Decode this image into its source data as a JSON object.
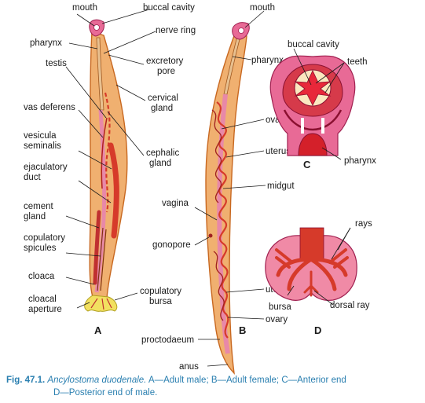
{
  "colors": {
    "body_fill": "#f0b070",
    "body_edge": "#c86820",
    "organ_red": "#d63a2a",
    "organ_pink": "#e888a8",
    "head_pink": "#e86a96",
    "bursa_yellow": "#f2e060",
    "caption_blue": "#2a7fb0"
  },
  "panels": {
    "a": "A",
    "b": "B",
    "c": "C",
    "d": "D"
  },
  "labels_a": {
    "mouth": "mouth",
    "pharynx": "pharynx",
    "testis": "testis",
    "vas_deferens": "vas deferens",
    "vesicula_1": "vesicula",
    "vesicula_2": "seminalis",
    "ejac_1": "ejaculatory",
    "ejac_2": "duct",
    "cement_1": "cement",
    "cement_2": "gland",
    "copspic_1": "copulatory",
    "copspic_2": "spicules",
    "cloaca": "cloaca",
    "cloacal_ap_1": "cloacal",
    "cloacal_ap_2": "aperture",
    "buccal_cavity": "buccal cavity",
    "nerve_ring": "nerve ring",
    "excretory_1": "excretory",
    "excretory_2": "pore",
    "cervical_1": "cervical",
    "cervical_2": "gland",
    "cephalic_1": "cephalic",
    "cephalic_2": "gland",
    "copbursa_1": "copulatory",
    "copbursa_2": "bursa"
  },
  "labels_b": {
    "mouth": "mouth",
    "pharynx": "pharynx",
    "ovary_upper": "ovary",
    "uterus_upper": "uterus",
    "midgut": "midgut",
    "vagina": "vagina",
    "gonopore": "gonopore",
    "uterus_lower": "uterus",
    "ovary_lower": "ovary",
    "proctodaeum": "proctodaeum",
    "anus": "anus"
  },
  "labels_c": {
    "buccal_cavity": "buccal cavity",
    "teeth": "teeth",
    "pharynx": "pharynx"
  },
  "labels_d": {
    "rays": "rays",
    "bursa": "bursa",
    "dorsal_ray": "dorsal ray"
  },
  "caption": {
    "fig": "Fig. 47.1.",
    "species": "Ancylostoma duodenale.",
    "text_1": "A—Adult male; B—Adult female; C—Anterior end",
    "text_2": "D—Posterior end of male."
  }
}
